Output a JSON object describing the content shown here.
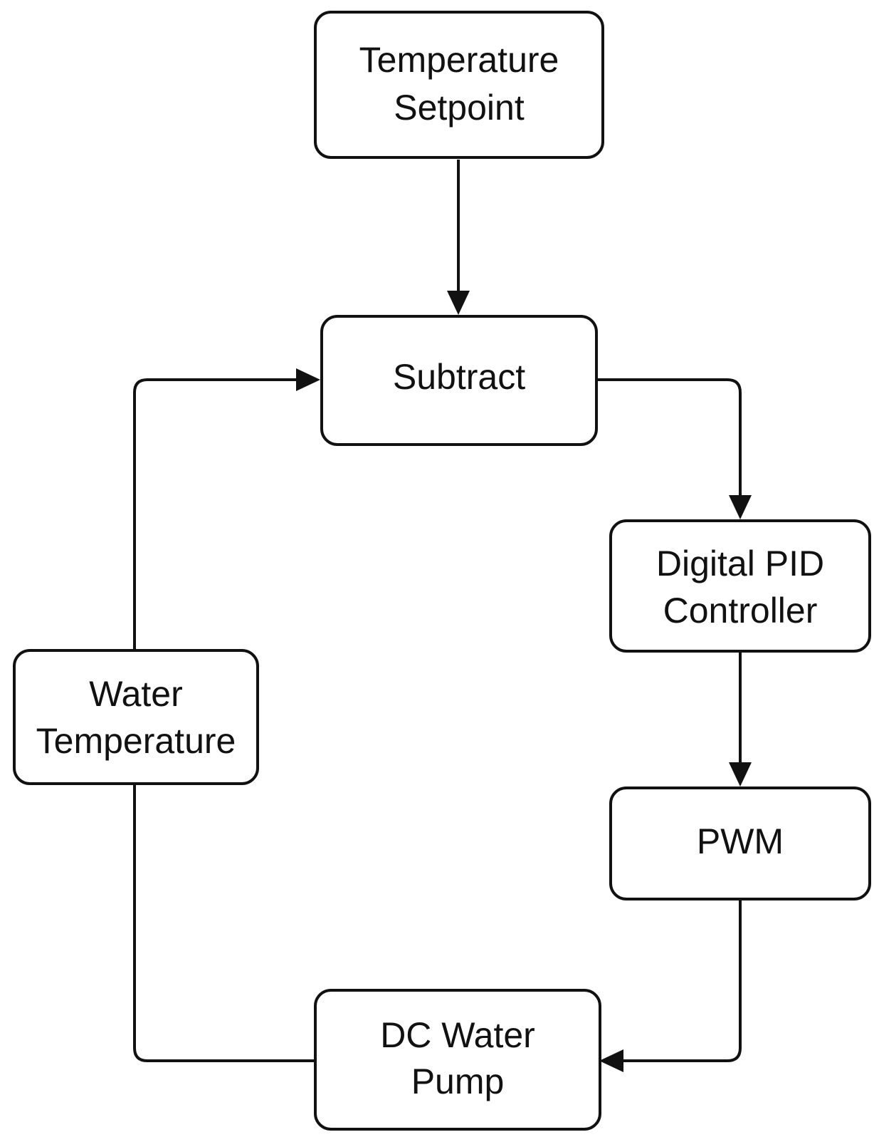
{
  "diagram": {
    "nodes": {
      "setpoint": {
        "lines": [
          "Temperature",
          "Setpoint"
        ]
      },
      "subtract": {
        "lines": [
          "Subtract"
        ]
      },
      "pid": {
        "lines": [
          "Digital PID",
          "Controller"
        ]
      },
      "pwm": {
        "lines": [
          "PWM"
        ]
      },
      "pump": {
        "lines": [
          "DC Water",
          "Pump"
        ]
      },
      "water_temp": {
        "lines": [
          "Water",
          "Temperature"
        ]
      }
    },
    "edges": [
      {
        "from": "setpoint",
        "to": "subtract"
      },
      {
        "from": "subtract",
        "to": "pid"
      },
      {
        "from": "pid",
        "to": "pwm"
      },
      {
        "from": "pwm",
        "to": "pump"
      },
      {
        "from": "pump",
        "to": "water_temp"
      },
      {
        "from": "water_temp",
        "to": "subtract"
      }
    ]
  },
  "colors": {
    "stroke": "#111111",
    "background": "#ffffff"
  }
}
